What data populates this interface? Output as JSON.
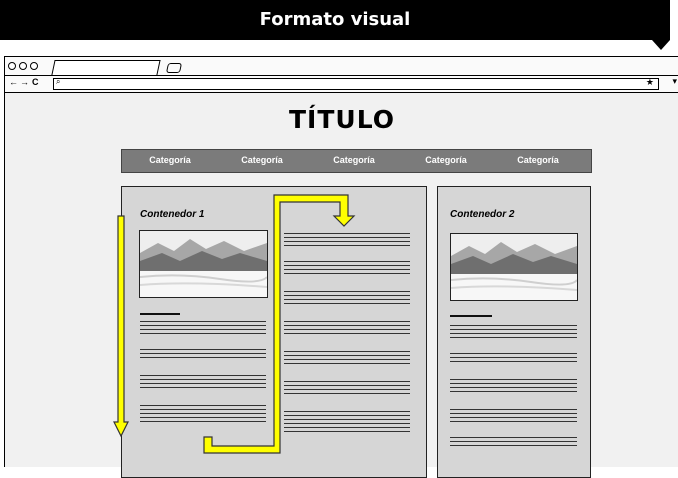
{
  "banner": {
    "title": "Formato visual"
  },
  "browser": {
    "url": ""
  },
  "page": {
    "title": "TÍTULO",
    "nav": [
      "Categoría",
      "Categoría",
      "Categoría",
      "Categoría",
      "Categoría"
    ]
  },
  "containers": [
    {
      "title": "Contenedor 1"
    },
    {
      "title": "Contenedor 2"
    }
  ],
  "colors": {
    "banner": "#000000",
    "nav_bar": "#7b7b7b",
    "container": "#d6d6d6",
    "arrow_fill": "#ffff00",
    "arrow_stroke": "#333333"
  },
  "icons": [
    "search-icon",
    "star-icon",
    "back-arrow-icon",
    "forward-arrow-icon",
    "reload-icon",
    "menu-icon",
    "landscape-image"
  ]
}
